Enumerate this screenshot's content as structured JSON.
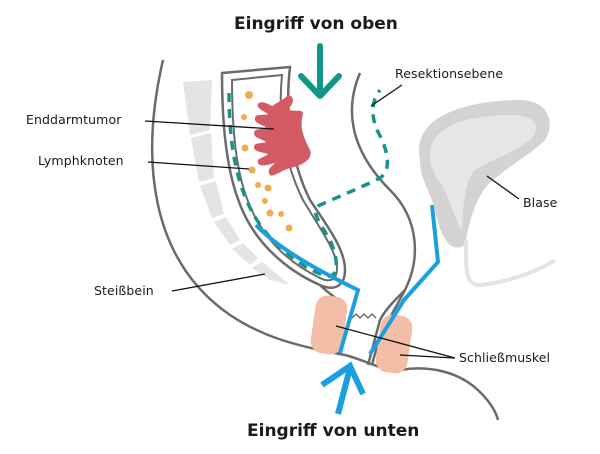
{
  "titles": {
    "top": "Eingriff von oben",
    "bottom": "Eingriff von unten"
  },
  "labels": {
    "tumor": "Enddarmtumor",
    "lymph": "Lymphknoten",
    "resection": "Resektionsebene",
    "bladder": "Blase",
    "coccyx": "Steißbein",
    "sphincter": "Schließmuskel"
  },
  "colors": {
    "outline": "#6b6b6b",
    "teal": "#12968a",
    "blue": "#1aa0e0",
    "tumor": "#d45a66",
    "lymph": "#f2aa4c",
    "bone": "#e4e4e4",
    "bladder_outer": "#d3d3d3",
    "bladder_inner": "#e6e6e6",
    "muscle": "#f3bda8"
  }
}
